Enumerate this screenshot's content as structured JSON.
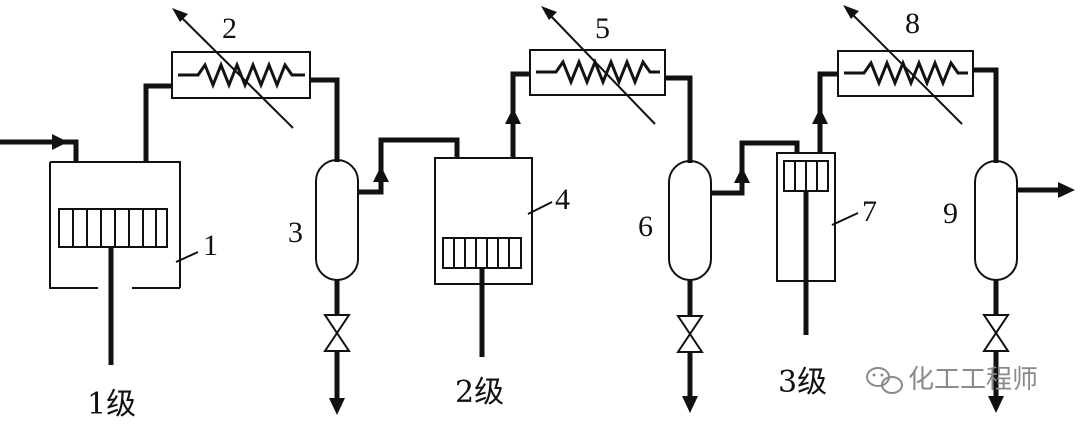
{
  "diagram": {
    "equipment_labels": [
      "1",
      "2",
      "3",
      "4",
      "5",
      "6",
      "7",
      "8",
      "9"
    ],
    "stage_labels": [
      "1级",
      "2级",
      "3级"
    ],
    "watermark": "化工工程师",
    "colors": {
      "line": "#111111",
      "watermark": "#8a8a8a",
      "background": "#ffffff"
    }
  }
}
